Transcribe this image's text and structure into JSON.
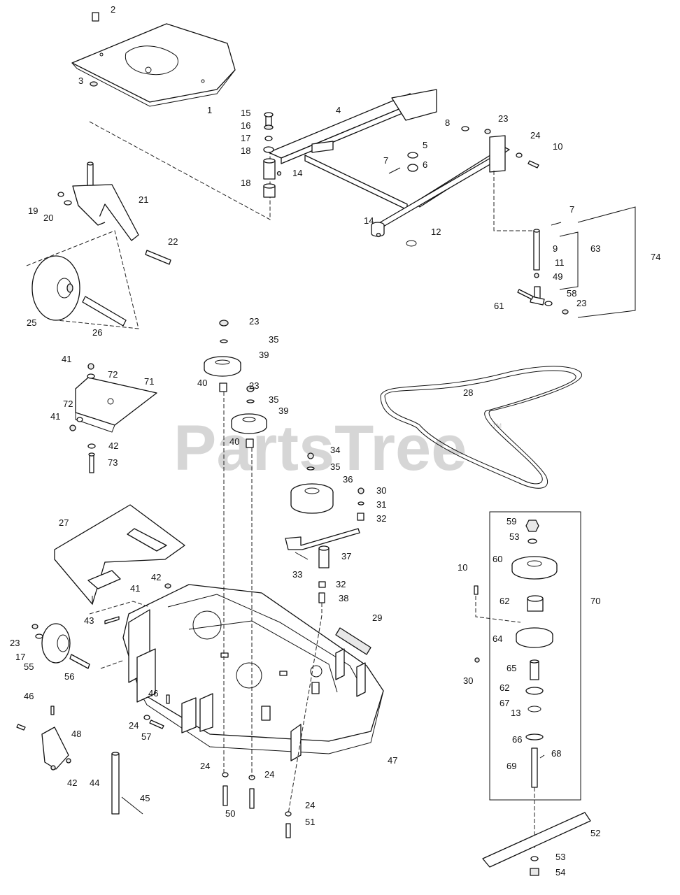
{
  "watermark": {
    "text": "PartsTree",
    "trademark": "TM"
  },
  "colors": {
    "line": "#111111",
    "watermark": "#c9c9c9",
    "background": "#ffffff"
  },
  "callouts": [
    "1",
    "2",
    "3",
    "4",
    "5",
    "6",
    "7",
    "7",
    "8",
    "9",
    "10",
    "10",
    "11",
    "12",
    "13",
    "14",
    "14",
    "15",
    "16",
    "17",
    "17",
    "18",
    "18",
    "19",
    "20",
    "21",
    "22",
    "23",
    "23",
    "23",
    "23",
    "23",
    "24",
    "24",
    "24",
    "24",
    "24",
    "25",
    "26",
    "27",
    "28",
    "29",
    "30",
    "30",
    "31",
    "32",
    "32",
    "33",
    "34",
    "35",
    "35",
    "35",
    "36",
    "37",
    "38",
    "39",
    "39",
    "40",
    "40",
    "41",
    "41",
    "41",
    "42",
    "42",
    "42",
    "43",
    "44",
    "45",
    "46",
    "46",
    "47",
    "48",
    "49",
    "50",
    "51",
    "52",
    "53",
    "53",
    "54",
    "55",
    "56",
    "57",
    "58",
    "59",
    "60",
    "61",
    "62",
    "62",
    "63",
    "64",
    "65",
    "66",
    "67",
    "68",
    "69",
    "70",
    "71",
    "72",
    "72",
    "73",
    "74"
  ]
}
